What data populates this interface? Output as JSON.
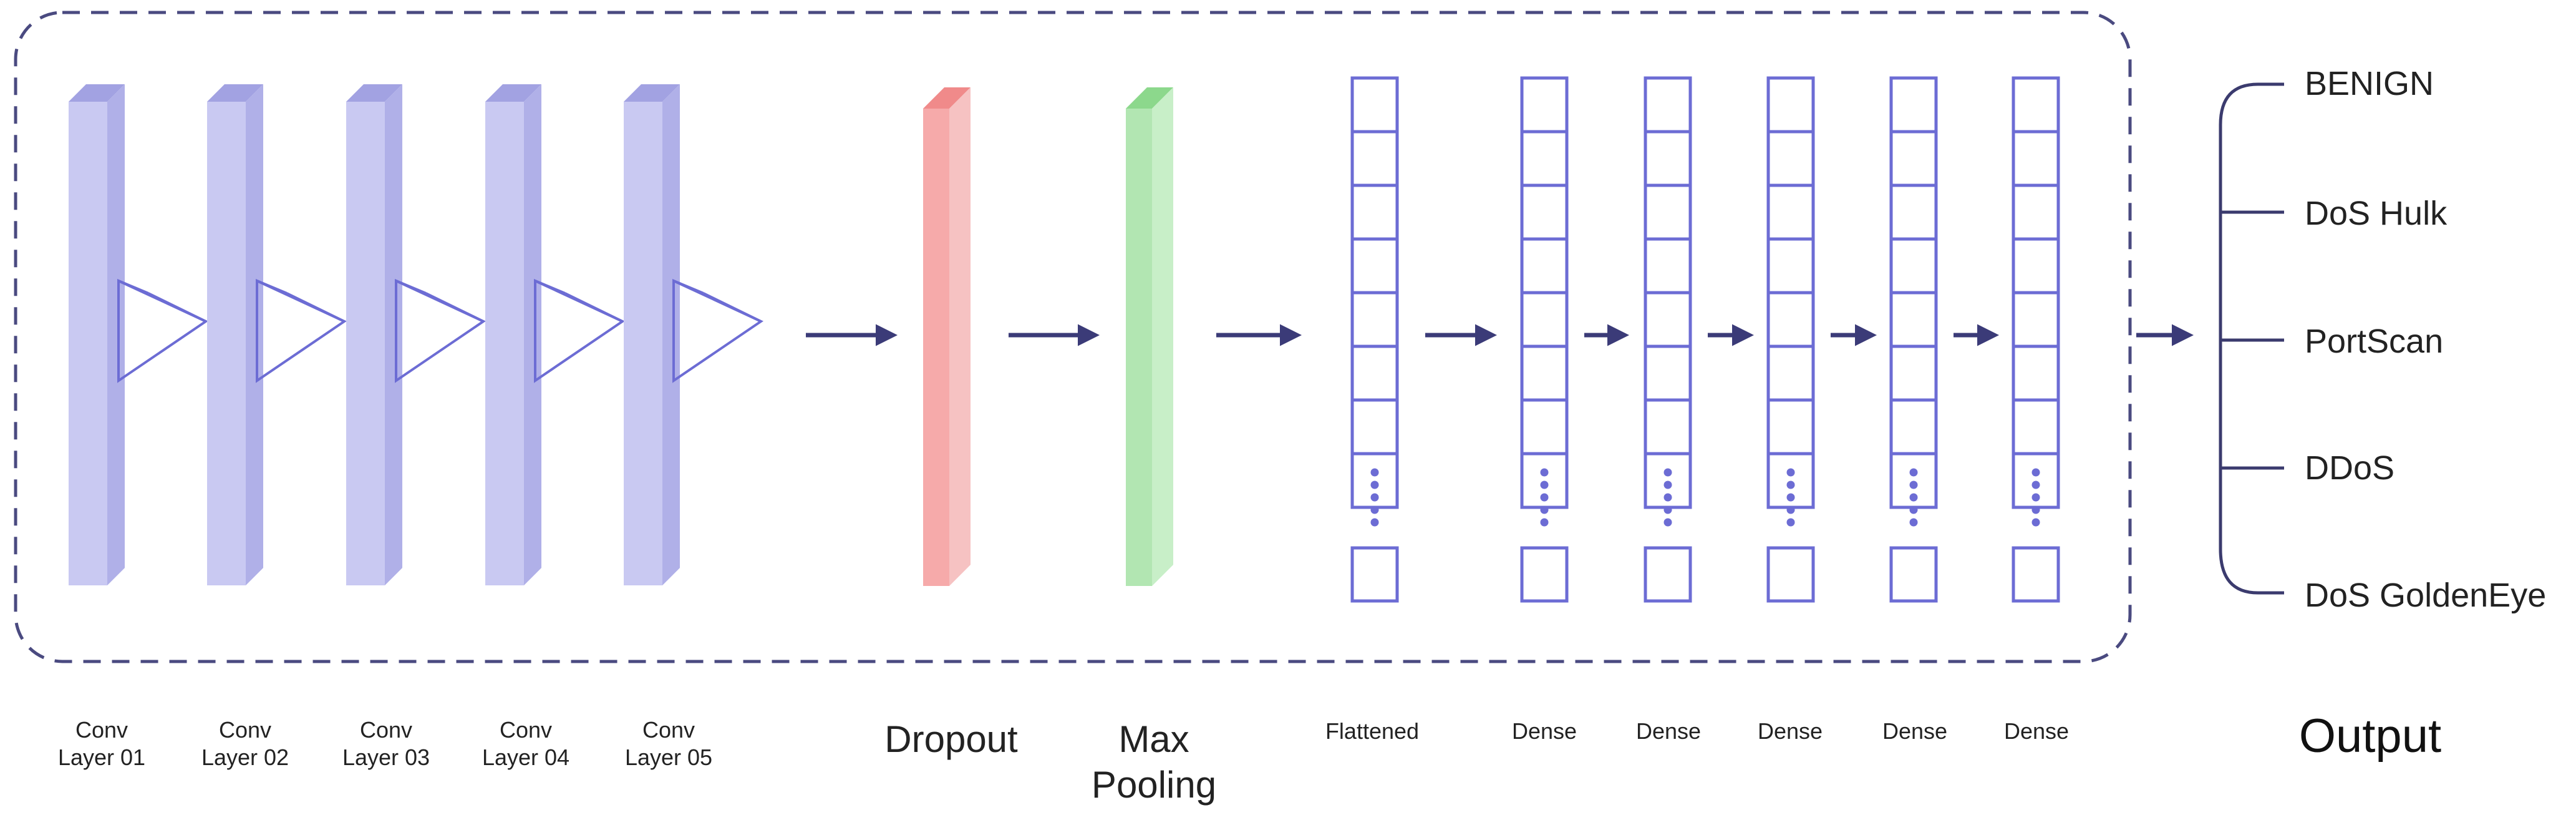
{
  "colors": {
    "conv_front": "#c9c9f2",
    "conv_side": "#b0b0e8",
    "conv_top": "#a2a2e2",
    "kernel": "#6c6cd4",
    "dropout_front": "#f6aaaa",
    "dropout_side": "#f6c2c2",
    "dropout_top": "#f08a8a",
    "pool_front": "#b2e6b2",
    "pool_side": "#c8efc8",
    "pool_top": "#8cd88c",
    "neuron": "#6c6cd4",
    "arrow": "#3b3b78",
    "frame": "#4a4a80",
    "bracket": "#3b3b6e"
  },
  "conv_layers": [
    {
      "line1": "Conv",
      "line2": "Layer 01"
    },
    {
      "line1": "Conv",
      "line2": "Layer 02"
    },
    {
      "line1": "Conv",
      "line2": "Layer 03"
    },
    {
      "line1": "Conv",
      "line2": "Layer 04"
    },
    {
      "line1": "Conv",
      "line2": "Layer 05"
    }
  ],
  "dropout": {
    "label": "Dropout"
  },
  "max_pooling": {
    "line1": "Max",
    "line2": "Pooling"
  },
  "flattened": {
    "label": "Flattened"
  },
  "dense_layers": [
    {
      "label": "Dense"
    },
    {
      "label": "Dense"
    },
    {
      "label": "Dense"
    },
    {
      "label": "Dense"
    },
    {
      "label": "Dense"
    }
  ],
  "output": {
    "label": "Output",
    "classes": [
      "BENIGN",
      "DoS Hulk",
      "PortScan",
      "DDoS",
      "DoS GoldenEye"
    ]
  }
}
